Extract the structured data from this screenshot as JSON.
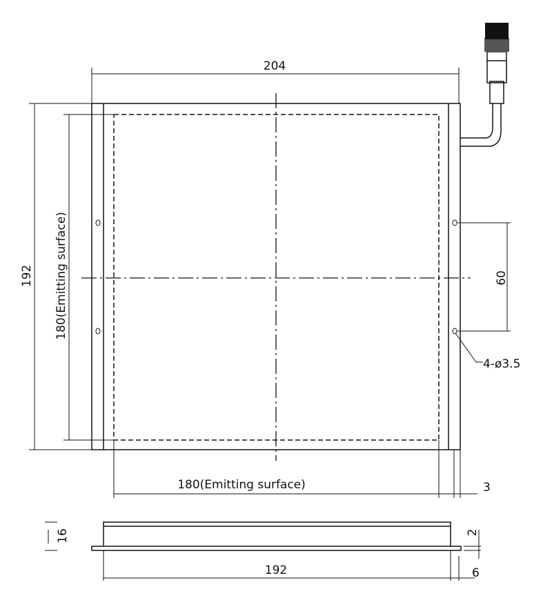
{
  "drawing": {
    "dim_overall_width": "204",
    "dim_overall_height": "192",
    "dim_emitting_height": "180(Emitting surface)",
    "dim_emitting_width": "180(Emitting surface)",
    "dim_hole_spacing": "60",
    "dim_holes": "4-ø3.5",
    "dim_flange": "3",
    "side_view": {
      "dim_height": "16",
      "dim_width": "192",
      "dim_top": "2",
      "dim_flange": "6"
    }
  }
}
